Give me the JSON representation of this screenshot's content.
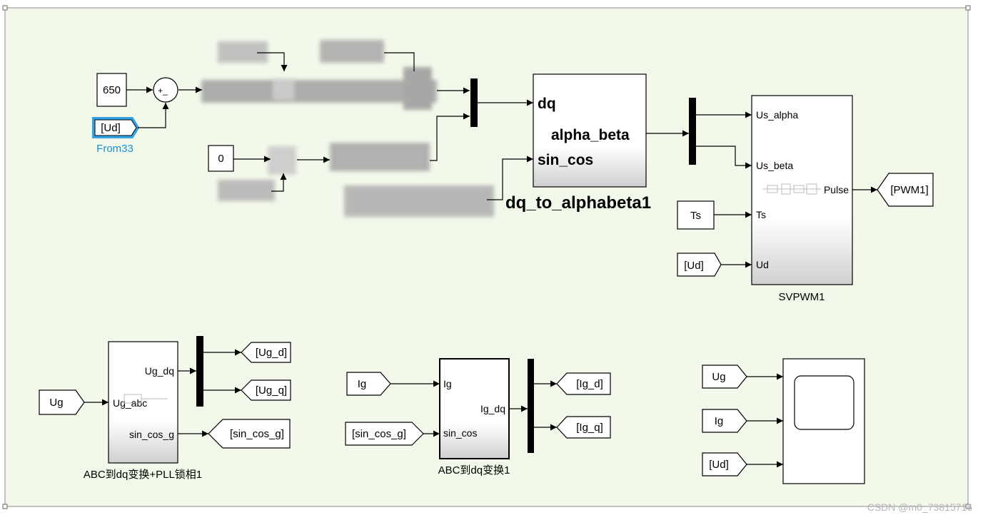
{
  "canvas": {
    "background": "#f2f8ea",
    "accent": "#1a8fd6"
  },
  "sources": {
    "const650": "650",
    "sum_signs": "+_",
    "from_ud": "[Ud]",
    "from_ud_caption": "From33",
    "const0": "0",
    "ts": "Ts",
    "from_ud2": "[Ud]",
    "ug": "Ug",
    "ig": "Ig",
    "sin_cos_g_in": "[sin_cos_g]",
    "scope_ug": "Ug",
    "scope_ig": "Ig",
    "scope_ud": "[Ud]"
  },
  "dq_block": {
    "port_dq": "dq",
    "port_sin_cos": "sin_cos",
    "port_alpha_beta": "alpha_beta",
    "name": "dq_to_alphabeta1"
  },
  "svpwm_block": {
    "port_us_alpha": "Us_alpha",
    "port_us_beta": "Us_beta",
    "port_ts": "Ts",
    "port_ud": "Ud",
    "port_pulse": "Pulse",
    "name": "SVPWM1",
    "goto_pwm": "[PWM1]"
  },
  "pll_block": {
    "port_ug_dq": "Ug_dq",
    "port_ug_abc": "Ug_abc",
    "port_sin_cos_g": "sin_cos_g",
    "name": "ABC到dq变换+PLL锁相1",
    "goto_ug_d": "[Ug_d]",
    "goto_ug_q": "[Ug_q]",
    "goto_sin_cos_g": "[sin_cos_g]"
  },
  "ig_block": {
    "port_ig": "Ig",
    "port_sin_cos": "sin_cos",
    "port_ig_dq": "Ig_dq",
    "name": "ABC到dq变换1",
    "goto_ig_d": "[Ig_d]",
    "goto_ig_q": "[Ig_q]"
  },
  "watermark": "CSDN @m0_73815716"
}
